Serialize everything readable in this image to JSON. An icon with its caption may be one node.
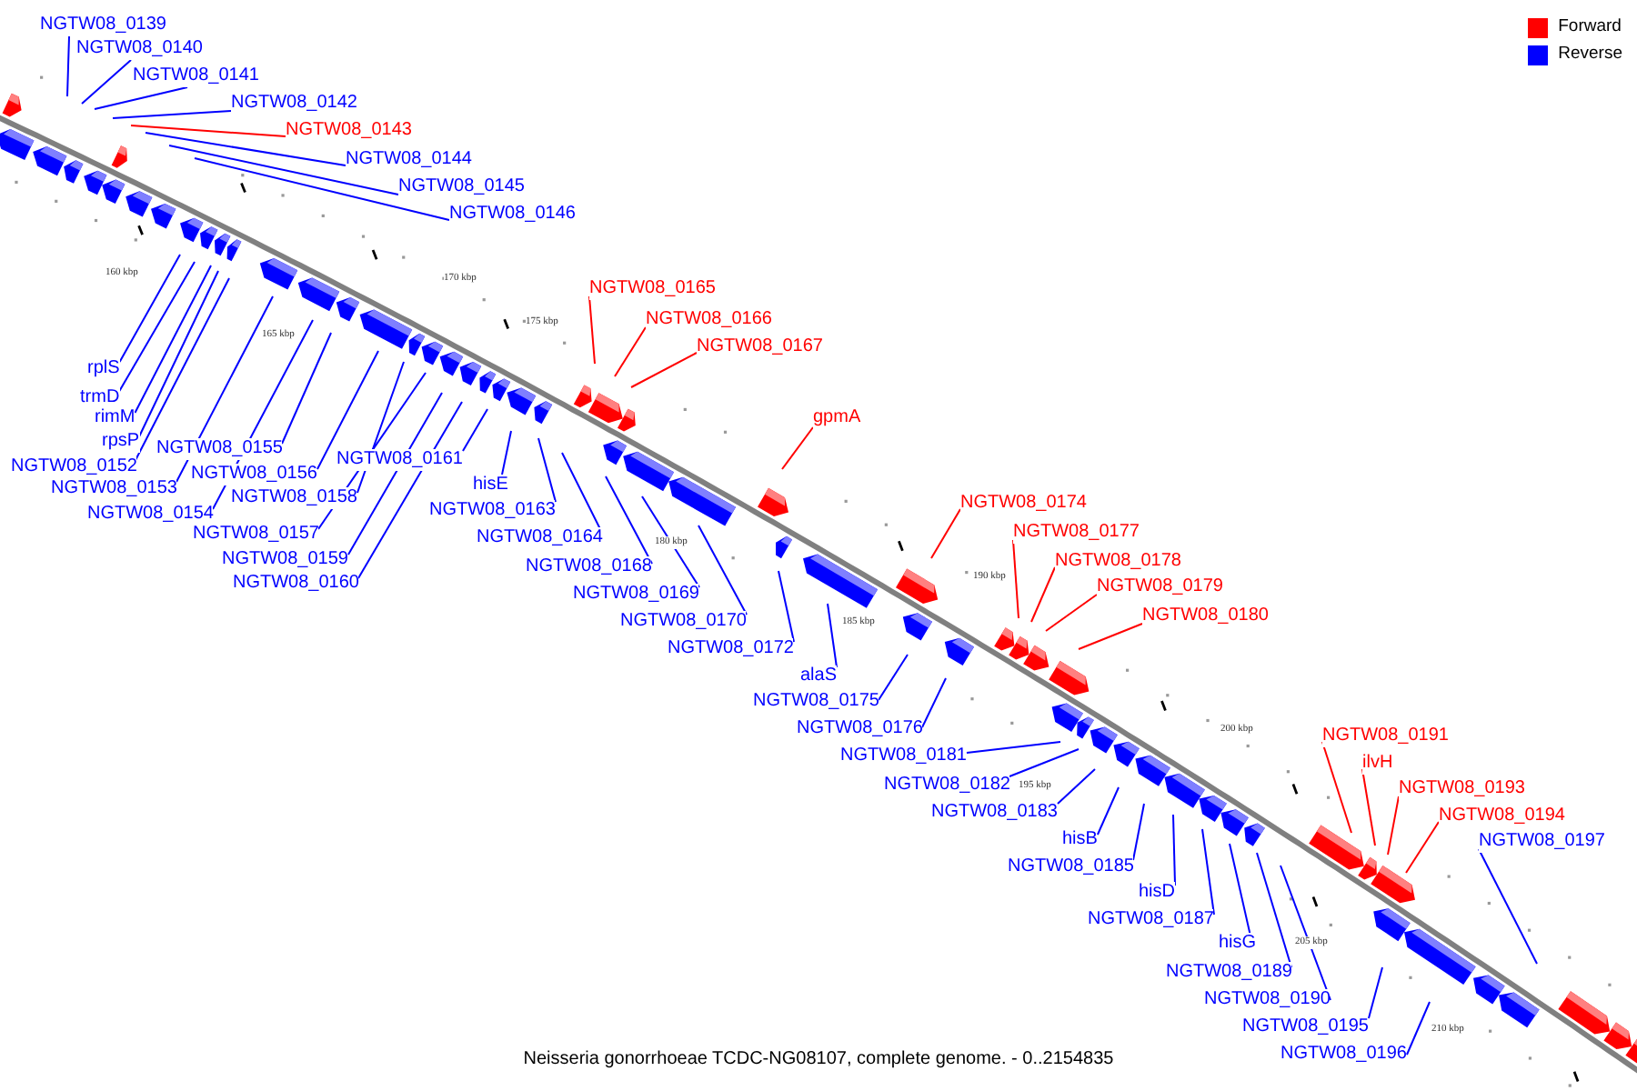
{
  "diagram": {
    "caption": "Neisseria gonorrhoeae TCDC-NG08107, complete genome. - 0..2154835",
    "nodes": [
      {
        "text": [
          "NGTW08_0139"
        ]
      },
      {
        "text": [
          "NGTW08_0140"
        ]
      },
      {
        "text": [
          "NGTW08_0141"
        ]
      },
      {
        "text": [
          "NGTW08_0142"
        ]
      },
      {
        "text": [
          "NGTW08_0143"
        ]
      },
      {
        "text": [
          "NGTW08_0144"
        ]
      },
      {
        "text": [
          "NGTW08_0145"
        ]
      },
      {
        "text": [
          "NGTW08_0146"
        ]
      },
      {
        "text": [
          "rplS"
        ]
      },
      {
        "text": [
          "trmD"
        ]
      },
      {
        "text": [
          "rimM"
        ]
      },
      {
        "text": [
          "rpsP"
        ]
      },
      {
        "text": [
          "NGTW08_0152"
        ]
      },
      {
        "text": [
          "NGTW08_0153"
        ]
      },
      {
        "text": [
          "NGTW08_0154"
        ]
      },
      {
        "text": [
          "NGTW08_0155"
        ]
      },
      {
        "text": [
          "NGTW08_0156"
        ]
      },
      {
        "text": [
          "NGTW08_0157"
        ]
      },
      {
        "text": [
          "NGTW08_0158"
        ]
      },
      {
        "text": [
          "NGTW08_0159"
        ]
      },
      {
        "text": [
          "NGTW08_0160"
        ]
      },
      {
        "text": [
          "NGTW08_0161"
        ]
      },
      {
        "text": [
          "hisE"
        ]
      },
      {
        "text": [
          "NGTW08_0163"
        ]
      },
      {
        "text": [
          "NGTW08_0164"
        ]
      },
      {
        "text": [
          "NGTW08_0165"
        ]
      },
      {
        "text": [
          "NGTW08_0166"
        ]
      },
      {
        "text": [
          "NGTW08_0167"
        ]
      },
      {
        "text": [
          "NGTW08_0168"
        ]
      },
      {
        "text": [
          "NGTW08_0169"
        ]
      },
      {
        "text": [
          "NGTW08_0170"
        ]
      },
      {
        "text": [
          "NGTW08_0172"
        ]
      },
      {
        "text": [
          "gpmA"
        ]
      },
      {
        "text": [
          "NGTW08_0174"
        ]
      },
      {
        "text": [
          "NGTW08_0177"
        ]
      },
      {
        "text": [
          "NGTW08_0178"
        ]
      },
      {
        "text": [
          "NGTW08_0179"
        ]
      },
      {
        "text": [
          "NGTW08_0180"
        ]
      },
      {
        "text": [
          "alaS"
        ]
      },
      {
        "text": [
          "NGTW08_0175"
        ]
      },
      {
        "text": [
          "NGTW08_0176"
        ]
      },
      {
        "text": [
          "NGTW08_0181"
        ]
      },
      {
        "text": [
          "NGTW08_0182"
        ]
      },
      {
        "text": [
          "NGTW08_0183"
        ]
      },
      {
        "text": [
          "hisB"
        ]
      },
      {
        "text": [
          "NGTW08_0185"
        ]
      },
      {
        "text": [
          "hisD"
        ]
      },
      {
        "text": [
          "NGTW08_0187"
        ]
      },
      {
        "text": [
          "hisG"
        ]
      },
      {
        "text": [
          "NGTW08_0189"
        ]
      },
      {
        "text": [
          "NGTW08_0190"
        ]
      },
      {
        "text": [
          "NGTW08_0195"
        ]
      },
      {
        "text": [
          "NGTW08_0196"
        ]
      },
      {
        "text": [
          "NGTW08_0191"
        ]
      },
      {
        "text": [
          "ilvH"
        ]
      },
      {
        "text": [
          "NGTW08_0193"
        ]
      },
      {
        "text": [
          "NGTW08_0194"
        ]
      },
      {
        "text": [
          "NGTW08_0197"
        ]
      }
    ],
    "edges": [
      {
        "from": 0,
        "to": null,
        "arrow": "none"
      },
      {
        "from": 1,
        "to": null,
        "arrow": "none"
      },
      {
        "from": 2,
        "to": null,
        "arrow": "none"
      },
      {
        "from": 3,
        "to": null,
        "arrow": "none"
      },
      {
        "from": 4,
        "to": null,
        "arrow": "none",
        "color": "#ff0000"
      },
      {
        "from": 5,
        "to": null,
        "arrow": "none"
      },
      {
        "from": 6,
        "to": null,
        "arrow": "none"
      },
      {
        "from": 7,
        "to": null,
        "arrow": "none"
      },
      {
        "from": 8,
        "to": null,
        "arrow": "none"
      },
      {
        "from": 9,
        "to": null,
        "arrow": "none"
      },
      {
        "from": 10,
        "to": null,
        "arrow": "none"
      },
      {
        "from": 11,
        "to": null,
        "arrow": "none"
      },
      {
        "from": 12,
        "to": null,
        "arrow": "none"
      },
      {
        "from": 13,
        "to": null,
        "arrow": "none"
      },
      {
        "from": 14,
        "to": null,
        "arrow": "none"
      },
      {
        "from": 15,
        "to": null,
        "arrow": "none"
      },
      {
        "from": 16,
        "to": null,
        "arrow": "none"
      },
      {
        "from": 17,
        "to": null,
        "arrow": "none"
      },
      {
        "from": 18,
        "to": null,
        "arrow": "none"
      },
      {
        "from": 19,
        "to": null,
        "arrow": "none"
      },
      {
        "from": 20,
        "to": null,
        "arrow": "none"
      },
      {
        "from": 21,
        "to": null,
        "arrow": "none"
      },
      {
        "from": 22,
        "to": null,
        "arrow": "none"
      },
      {
        "from": 23,
        "to": null,
        "arrow": "none"
      },
      {
        "from": 24,
        "to": null,
        "arrow": "none"
      },
      {
        "from": 25,
        "to": null,
        "arrow": "none",
        "color": "#ff0000"
      },
      {
        "from": 26,
        "to": null,
        "arrow": "none",
        "color": "#ff0000"
      },
      {
        "from": 27,
        "to": null,
        "arrow": "none",
        "color": "#ff0000"
      },
      {
        "from": 28,
        "to": null,
        "arrow": "none"
      },
      {
        "from": 29,
        "to": null,
        "arrow": "none"
      },
      {
        "from": 30,
        "to": null,
        "arrow": "none"
      },
      {
        "from": 31,
        "to": null,
        "arrow": "none"
      },
      {
        "from": 32,
        "to": null,
        "arrow": "none",
        "color": "#ff0000"
      },
      {
        "from": 33,
        "to": null,
        "arrow": "none",
        "color": "#ff0000"
      },
      {
        "from": 34,
        "to": null,
        "arrow": "none",
        "color": "#ff0000"
      },
      {
        "from": 35,
        "to": null,
        "arrow": "none",
        "color": "#ff0000"
      },
      {
        "from": 36,
        "to": null,
        "arrow": "none",
        "color": "#ff0000"
      },
      {
        "from": 37,
        "to": null,
        "arrow": "none",
        "color": "#ff0000"
      },
      {
        "from": 38,
        "to": null,
        "arrow": "none"
      },
      {
        "from": 39,
        "to": null,
        "arrow": "none"
      },
      {
        "from": 40,
        "to": null,
        "arrow": "none"
      },
      {
        "from": 41,
        "to": null,
        "arrow": "none"
      },
      {
        "from": 42,
        "to": null,
        "arrow": "none"
      },
      {
        "from": 43,
        "to": null,
        "arrow": "none"
      },
      {
        "from": 44,
        "to": null,
        "arrow": "none"
      },
      {
        "from": 45,
        "to": null,
        "arrow": "none"
      },
      {
        "from": 46,
        "to": null,
        "arrow": "none"
      },
      {
        "from": 47,
        "to": null,
        "arrow": "none"
      },
      {
        "from": 48,
        "to": null,
        "arrow": "none"
      },
      {
        "from": 49,
        "to": null,
        "arrow": "none"
      },
      {
        "from": 50,
        "to": null,
        "arrow": "none"
      },
      {
        "from": 51,
        "to": null,
        "arrow": "none"
      },
      {
        "from": 52,
        "to": null,
        "arrow": "none"
      },
      {
        "from": 53,
        "to": null,
        "arrow": "none",
        "color": "#ff0000"
      },
      {
        "from": 54,
        "to": null,
        "arrow": "none",
        "color": "#ff0000"
      },
      {
        "from": 55,
        "to": null,
        "arrow": "none",
        "color": "#ff0000"
      },
      {
        "from": 56,
        "to": null,
        "arrow": "none",
        "color": "#ff0000"
      },
      {
        "from": 57,
        "to": null,
        "arrow": "none"
      }
    ],
    "labels": [
      "160 kbp",
      "165 kbp",
      "170 kbp",
      "175 kbp",
      "180 kbp",
      "185 kbp",
      "190 kbp",
      "195 kbp",
      "200 kbp",
      "205 kbp",
      "210 kbp"
    ],
    "legend": [
      {
        "text": "Forward",
        "color": "#ff0000"
      },
      {
        "text": "Reverse",
        "color": "#0000ff"
      }
    ]
  }
}
